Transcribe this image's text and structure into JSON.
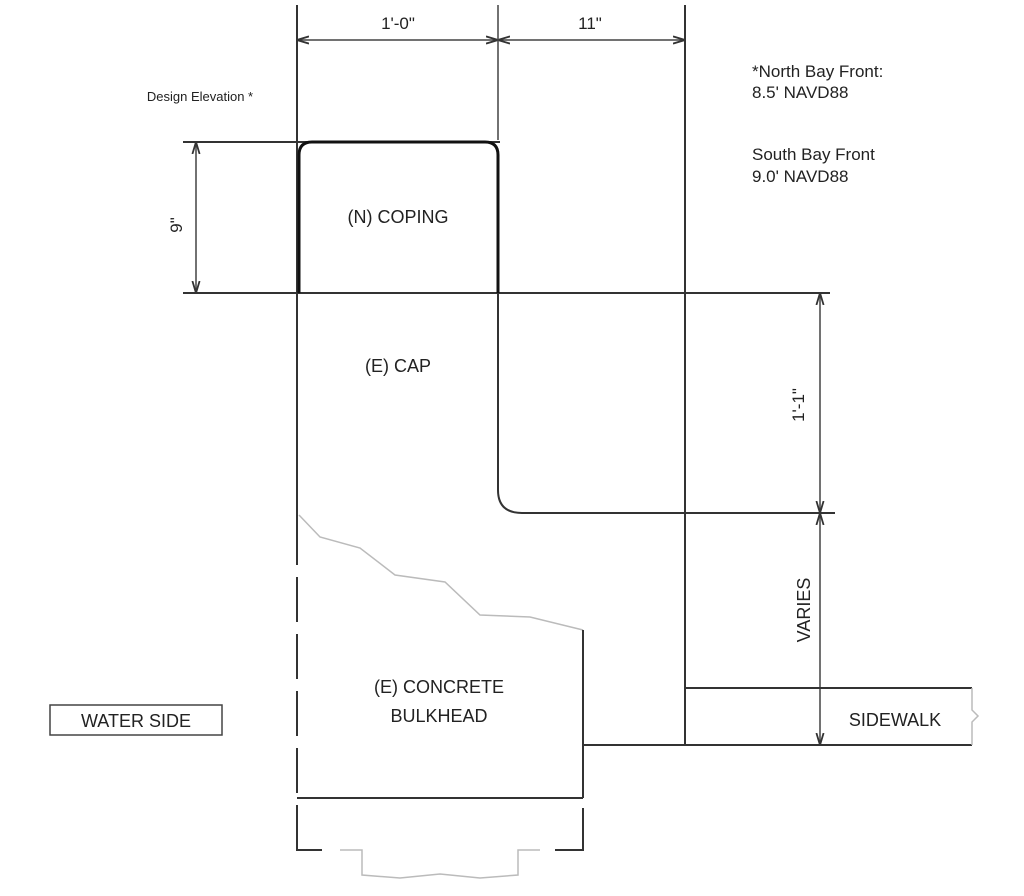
{
  "dimensions": {
    "coping_width": "1'-0\"",
    "cap_offset": "11\"",
    "coping_height": "9\"",
    "cap_height": "1'-1\"",
    "varies": "VARIES"
  },
  "labels": {
    "design_elevation": "Design Elevation *",
    "coping": "(N) COPING",
    "cap": "(E) CAP",
    "bulkhead_line1": "(E) CONCRETE",
    "bulkhead_line2": "BULKHEAD",
    "water_side": "WATER SIDE",
    "sidewalk": "SIDEWALK"
  },
  "notes": {
    "north_title": "*North Bay Front:",
    "north_value": "8.5' NAVD88",
    "south_title": "South Bay Front",
    "south_value": "9.0' NAVD88"
  }
}
